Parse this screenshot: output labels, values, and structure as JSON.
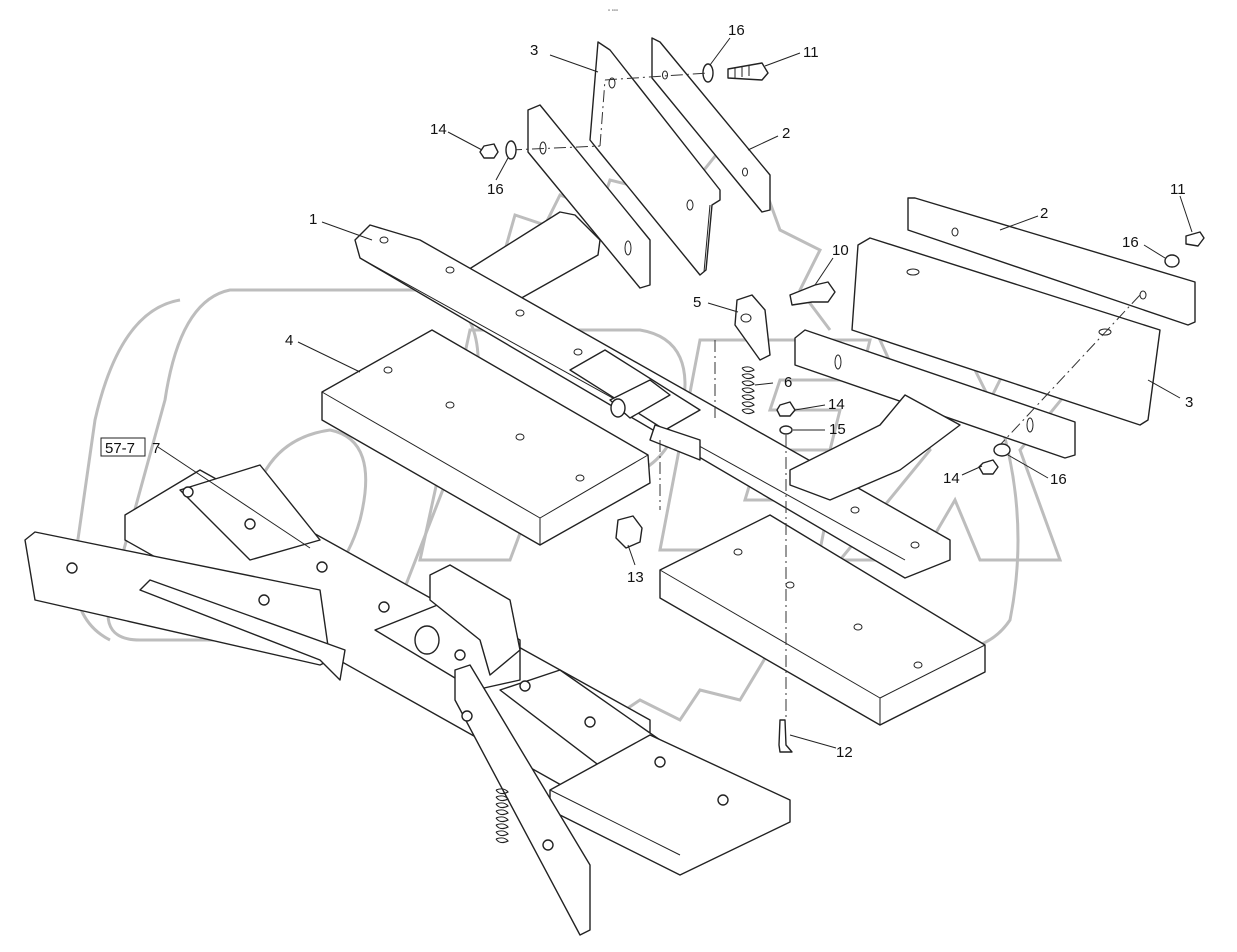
{
  "header": {
    "tiny_mark": "▫ ▫▫▫"
  },
  "reference_box": {
    "label": "57-7"
  },
  "callouts": {
    "c16_top": "16",
    "c11_top": "11",
    "c3_top": "3",
    "c2_top": "2",
    "c14_left": "14",
    "c16_left": "16",
    "c1": "1",
    "c4": "4",
    "c5": "5",
    "c10": "10",
    "c6": "6",
    "c14_mid": "14",
    "c15": "15",
    "c13": "13",
    "c12": "12",
    "c7": "7",
    "c11_right": "11",
    "c2_right": "2",
    "c16_right": "16",
    "c3_right": "3",
    "c14_right": "14",
    "c16_low": "16"
  },
  "watermark": {
    "brand": "OPEX"
  },
  "colors": {
    "line": "#222222",
    "watermark": "#bdbdbd",
    "background": "#ffffff"
  }
}
